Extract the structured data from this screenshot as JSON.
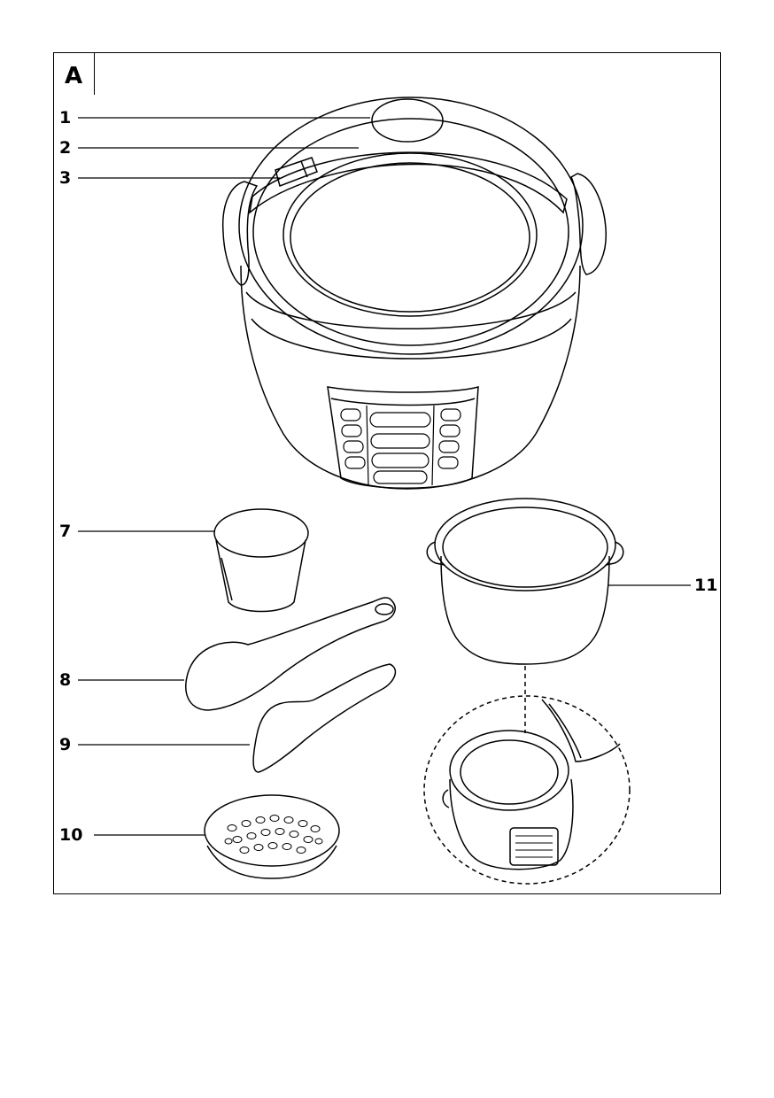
{
  "figure": {
    "label": "A"
  },
  "callouts": {
    "c1": "1",
    "c2": "2",
    "c3": "3",
    "c7": "7",
    "c8": "8",
    "c9": "9",
    "c10": "10",
    "c11": "11"
  },
  "colors": {
    "line": "#000000",
    "background": "#ffffff"
  }
}
